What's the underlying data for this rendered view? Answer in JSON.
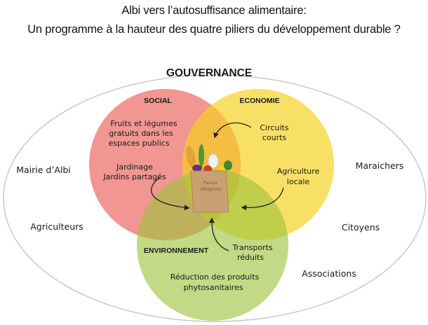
{
  "title_line1": "Albi vers l’autosuffisance alimentaire:",
  "title_line2": "Un programme à la hauteur des quatre piliers du développement durable ?",
  "governance": "GOUVERNANCE",
  "circles": {
    "social": "SOCIAL",
    "economie": "ECONOMIE",
    "environnement": "ENVIRONNEMENT"
  },
  "social_text": {
    "line1": "Fruits et légumes",
    "line2": "gratuits dans les",
    "line3": "espaces publics",
    "line4": "Jardinage",
    "line5": "Jardins partagés"
  },
  "economie_text": {
    "line1": "Circuits",
    "line2": "courts",
    "line3": "Agriculture",
    "line4": "locale"
  },
  "environnement_text": {
    "line1": "Transports",
    "line2": "réduits",
    "line3": "Réduction des produits",
    "line4": "phytosanitaires"
  },
  "actors": {
    "mairie": "Mairie d’Albi",
    "agriculteurs": "Agriculteurs",
    "maraichers": "Maraichers",
    "citoyens": "Citoyens",
    "associations": "Associations"
  },
  "basket": {
    "line1": "Panier",
    "line2": "Albigeois"
  },
  "colors": {
    "social": "#e8554d",
    "economie": "#f5d21e",
    "environnement": "#9cc43a",
    "outline": "#c9c9c9"
  }
}
